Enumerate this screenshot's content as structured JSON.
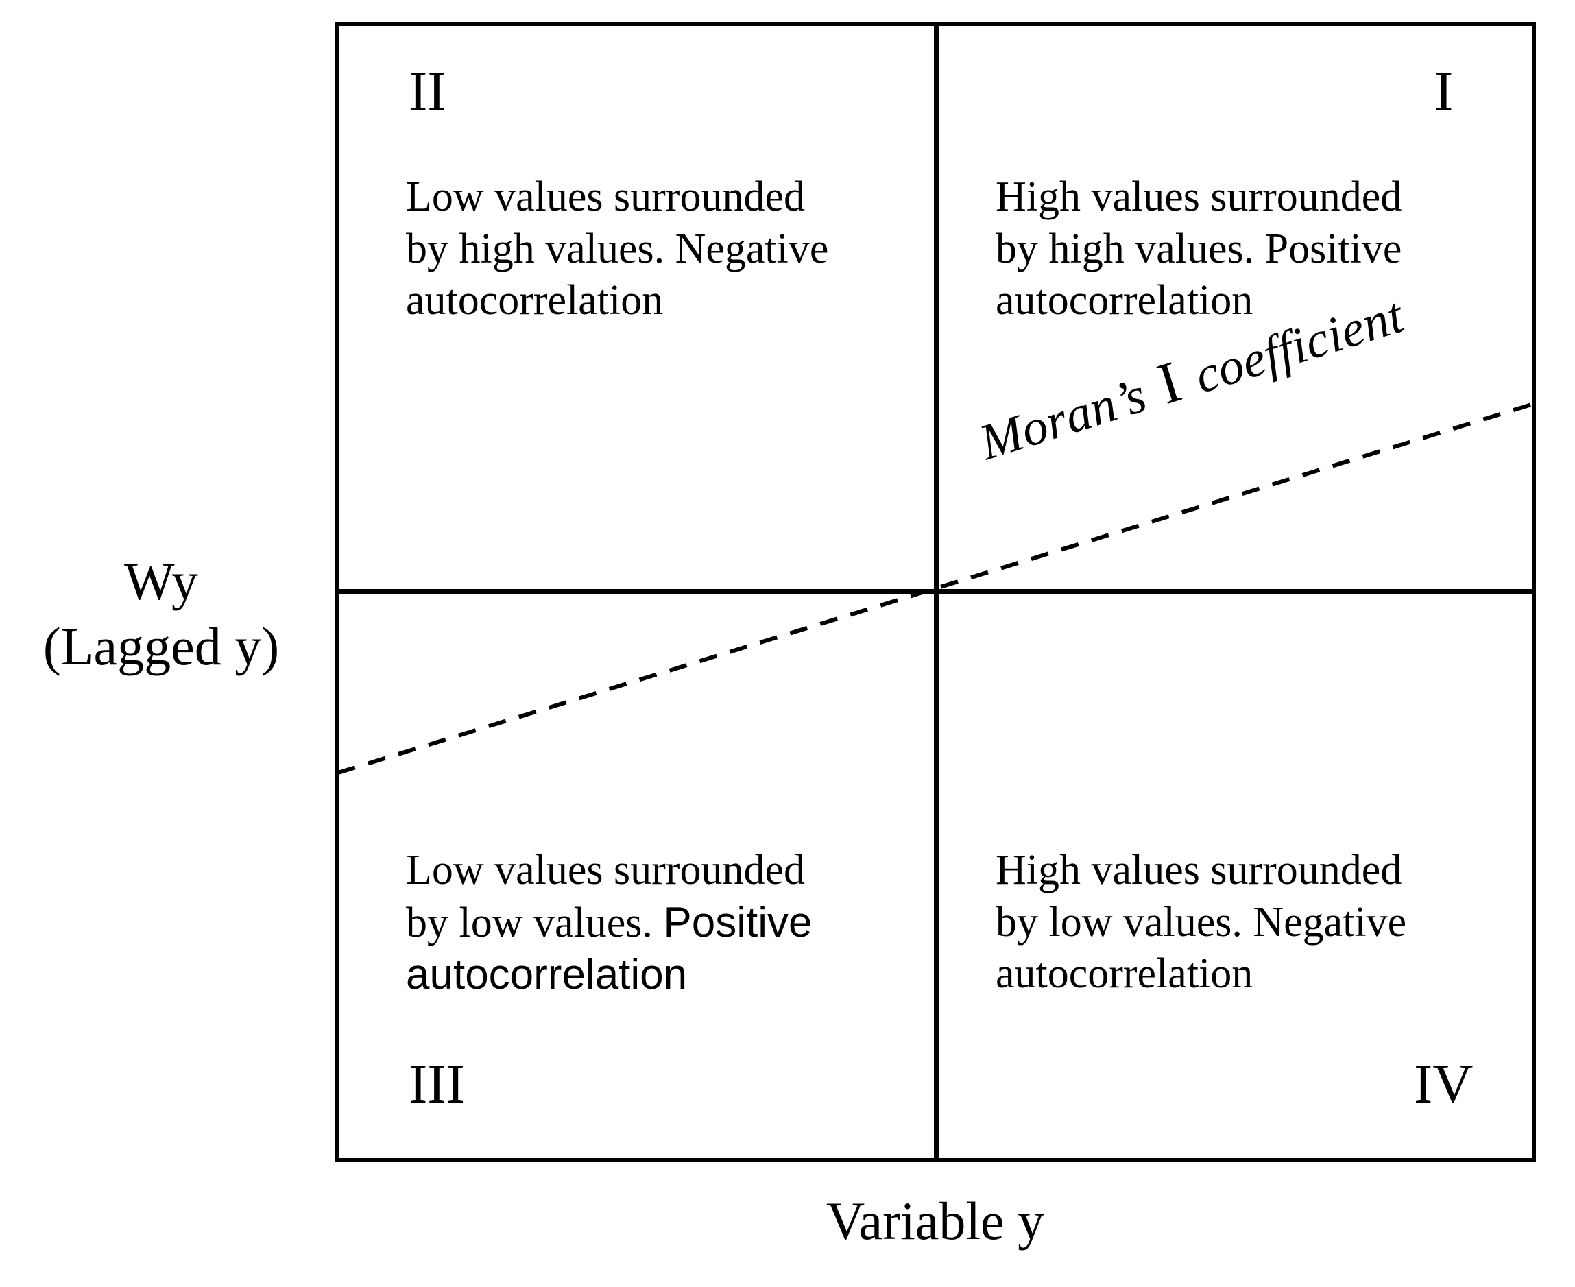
{
  "chart_data": {
    "type": "scatter",
    "title": "",
    "subtitle": "",
    "xlabel": "Variable y",
    "ylabel": "Wy\n(Lagged y)",
    "grid": false,
    "legend_position": "none",
    "annotations": [
      {
        "name": "moran-i-coefficient",
        "text_prefix": "Moran’s ",
        "text_symbol": "I",
        "text_suffix": " coefficient",
        "full_text": "Moran’s I coefficient",
        "rotation_deg": -17.2,
        "style": "italic-serif"
      }
    ],
    "series": [
      {
        "name": "Moran's I regression line",
        "style": "dashed",
        "color": "#000000",
        "x": [
          0,
          1
        ],
        "y": [
          0.342,
          1.0
        ],
        "description": "Upward sloping dashed trend line crossing the quadrant origin, indicating positive spatial autocorrelation."
      }
    ],
    "quadrants": [
      {
        "numeral": "I",
        "position": "top-right",
        "description": "High values surrounded\nby high values. Positive\nautocorrelation",
        "autocorrelation": "Positive",
        "value_level": "High",
        "neighbor_level": "high"
      },
      {
        "numeral": "II",
        "position": "top-left",
        "description": "Low values surrounded\nby high values. Negative\nautocorrelation",
        "autocorrelation": "Negative",
        "value_level": "Low",
        "neighbor_level": "high"
      },
      {
        "numeral": "III",
        "position": "bottom-left",
        "description_lines": [
          "Low values surrounded",
          "by low values. ",
          "Positive",
          "autocorrelation"
        ],
        "description": "Low values surrounded\nby low values. Positive\nautocorrelation",
        "autocorrelation": "Positive",
        "value_level": "Low",
        "neighbor_level": "low"
      },
      {
        "numeral": "IV",
        "position": "bottom-right",
        "description": "High values surrounded\nby low values. Negative\nautocorrelation",
        "autocorrelation": "Negative",
        "value_level": "High",
        "neighbor_level": "low"
      }
    ],
    "axis_origin_label": "",
    "colors": {
      "frame": "#000000",
      "axis": "#000000",
      "trend_line": "#000000",
      "background": "#ffffff",
      "text": "#000000"
    }
  },
  "diagram": {
    "axes": {
      "y_label": "Wy\n(Lagged y)",
      "y_label_line1": "Wy",
      "y_label_line2": "(Lagged y)",
      "x_label": "Variable y"
    },
    "quadrant_one": {
      "numeral": "I",
      "body": "High values surrounded\nby high values. Positive\nautocorrelation"
    },
    "quadrant_two": {
      "numeral": "II",
      "body": "Low values surrounded\nby high values. Negative\nautocorrelation"
    },
    "quadrant_three": {
      "numeral": "III",
      "body_part_a": "Low values surrounded\nby low values. ",
      "body_part_b": "Positive\nautocorrelation"
    },
    "quadrant_four": {
      "numeral": "IV",
      "body": "High values surrounded\nby low values. Negative\nautocorrelation"
    },
    "trend": {
      "label_prefix": "Moran’s ",
      "label_symbol": "I",
      "label_suffix": " coefficient"
    }
  }
}
